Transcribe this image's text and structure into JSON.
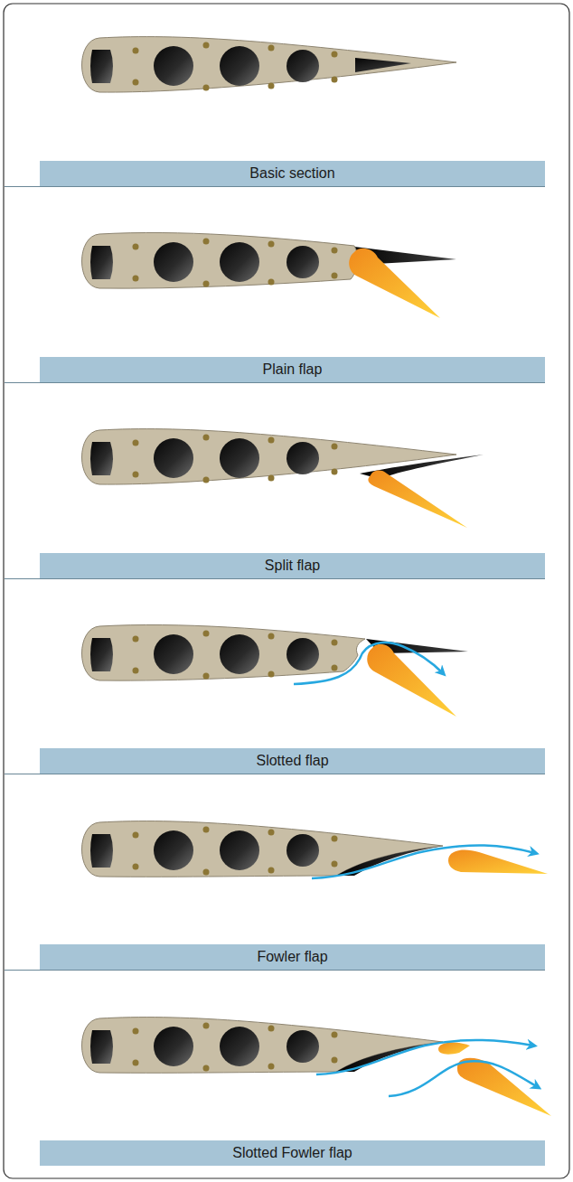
{
  "diagram": {
    "nodes": [
      {
        "text": [
          "Basic section"
        ]
      },
      {
        "text": [
          "Plain flap"
        ]
      },
      {
        "text": [
          "Split flap"
        ]
      },
      {
        "text": [
          "Slotted flap"
        ]
      },
      {
        "text": [
          "Fowler flap"
        ]
      },
      {
        "text": [
          "Slotted Fowler flap"
        ]
      }
    ]
  }
}
